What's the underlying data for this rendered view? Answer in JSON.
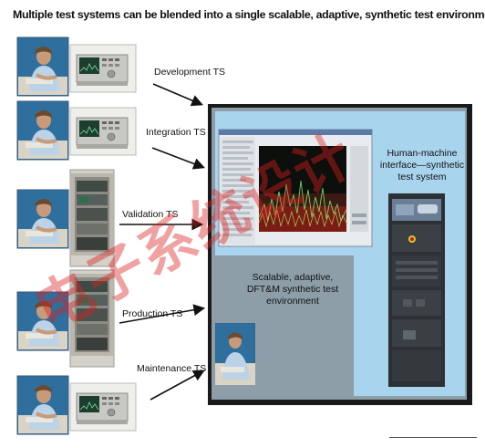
{
  "headline": "Multiple test systems can be blended into a single scalable, adaptive, synthetic test environment.",
  "test_systems": [
    {
      "label": "Development TS"
    },
    {
      "label": "Integration TS"
    },
    {
      "label": "Validation TS"
    },
    {
      "label": "Production TS"
    },
    {
      "label": "Maintenance TS"
    }
  ],
  "hmi_label": "Human-machine interface—synthetic test system",
  "env_label": "Scalable, adaptive, DFT&M synthetic test environment",
  "watermark": "电子系统设计",
  "colors": {
    "env_border": "#1a1a1a",
    "env_gray": "#8d9ea8",
    "env_blue": "#a9d4ee",
    "photo_bg": "#2f6f9e",
    "watermark": "#dc1e1e"
  }
}
